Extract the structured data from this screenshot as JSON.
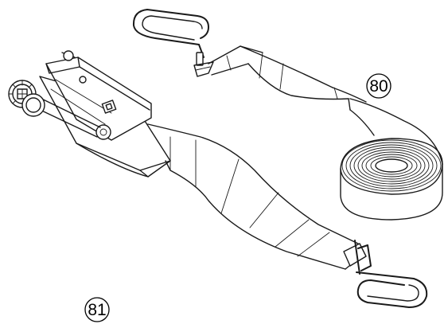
{
  "callouts": [
    {
      "id": "strap-roll",
      "label": "80"
    },
    {
      "id": "ratchet-assembly",
      "label": "81"
    }
  ],
  "parts": {
    "ratchet": "ratchet-buckle",
    "strap": "webbing-strap",
    "hooks": [
      "s-hook-top",
      "s-hook-bottom"
    ],
    "roll": "rolled-strap"
  }
}
